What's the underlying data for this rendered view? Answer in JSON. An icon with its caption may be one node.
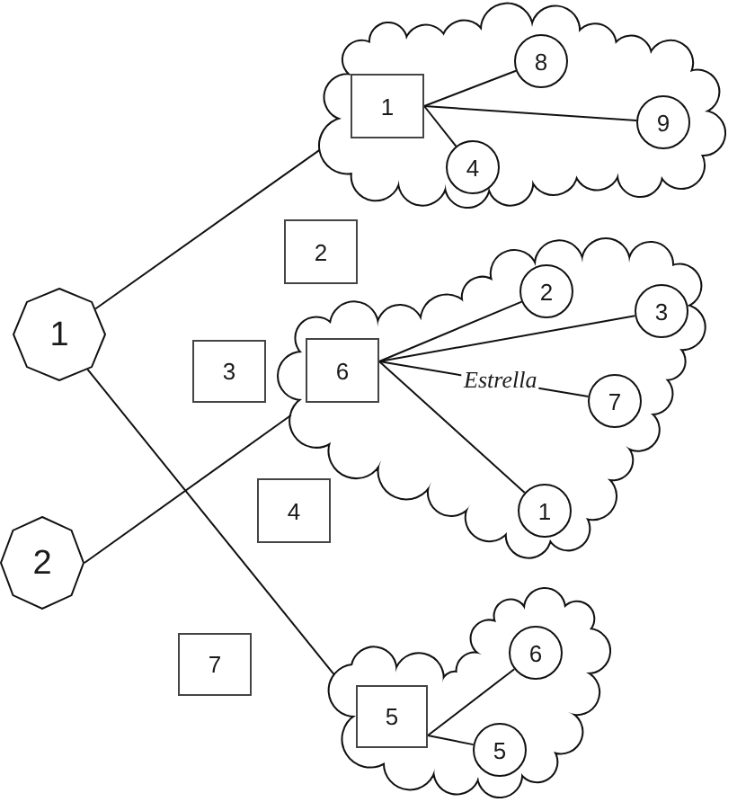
{
  "diagram": {
    "nodes": [
      {
        "text": [],
        "shape": "cloud"
      },
      {
        "text": [
          "1"
        ],
        "in": 0
      },
      {
        "text": [
          "8"
        ],
        "in": 0
      },
      {
        "text": [
          "9"
        ],
        "in": 0
      },
      {
        "text": [
          "4"
        ],
        "in": 0
      },
      {
        "text": [
          "2"
        ]
      },
      {
        "text": [
          "1"
        ]
      },
      {
        "text": [
          "3"
        ]
      },
      {
        "text": [],
        "shape": "cloud"
      },
      {
        "text": [
          "6"
        ],
        "in": 8
      },
      {
        "text": [
          "2"
        ],
        "in": 8
      },
      {
        "text": [
          "3"
        ],
        "in": 8
      },
      {
        "text": [
          "7"
        ],
        "in": 8
      },
      {
        "text": [
          "1"
        ],
        "in": 8
      },
      {
        "text": [
          "4"
        ]
      },
      {
        "text": [
          "2"
        ]
      },
      {
        "text": [
          "7"
        ]
      },
      {
        "text": [],
        "shape": "cloud"
      },
      {
        "text": [
          "5"
        ],
        "in": 17
      },
      {
        "text": [
          "6"
        ],
        "in": 17
      },
      {
        "text": [
          "5"
        ],
        "in": 17
      }
    ],
    "edges": [
      {
        "from": 6,
        "to": 0,
        "arrow": "none"
      },
      {
        "from": 6,
        "to": 17,
        "arrow": "none"
      },
      {
        "from": 15,
        "to": 8,
        "arrow": "none"
      },
      {
        "from": 1,
        "to": 2,
        "arrow": "none"
      },
      {
        "from": 1,
        "to": 3,
        "arrow": "none"
      },
      {
        "from": 1,
        "to": 4,
        "arrow": "none"
      },
      {
        "from": 9,
        "to": 10,
        "arrow": "none"
      },
      {
        "from": 9,
        "to": 11,
        "arrow": "none"
      },
      {
        "from": 9,
        "to": 12,
        "arrow": "none",
        "label": "Estrella"
      },
      {
        "from": 9,
        "to": 13,
        "arrow": "none"
      },
      {
        "from": 18,
        "to": 19,
        "arrow": "none"
      },
      {
        "from": 18,
        "to": 20,
        "arrow": "none"
      }
    ]
  }
}
